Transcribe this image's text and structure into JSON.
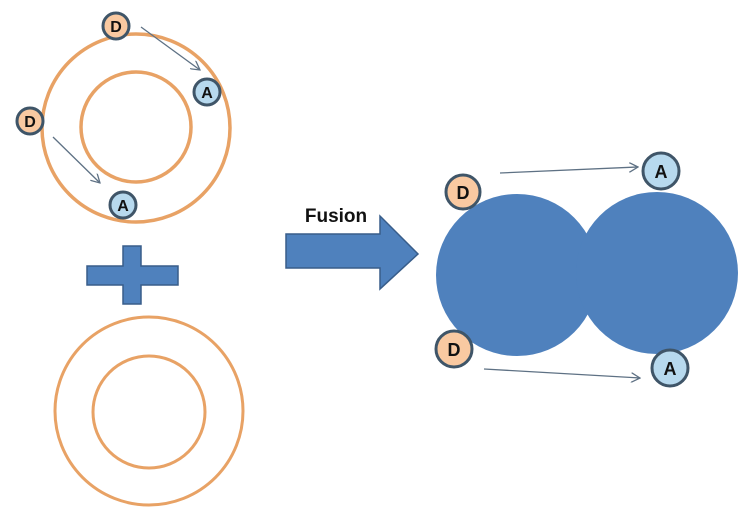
{
  "diagram": {
    "fusion_label": "Fusion",
    "donor_label": "D",
    "acceptor_label": "A",
    "colors": {
      "ring": "#E8A265",
      "donor_fill": "#F9C9A1",
      "acceptor_fill": "#B7D9EE",
      "node_stroke": "#3F5568",
      "blue_shape": "#4F81BD",
      "blue_stroke": "#385D8A",
      "arrow_line": "#5E7184"
    },
    "left_top_vesicle": {
      "donors": [
        "D",
        "D"
      ],
      "acceptors": [
        "A",
        "A"
      ]
    },
    "right_fused": {
      "donors": [
        "D",
        "D"
      ],
      "acceptors": [
        "A",
        "A"
      ]
    }
  }
}
